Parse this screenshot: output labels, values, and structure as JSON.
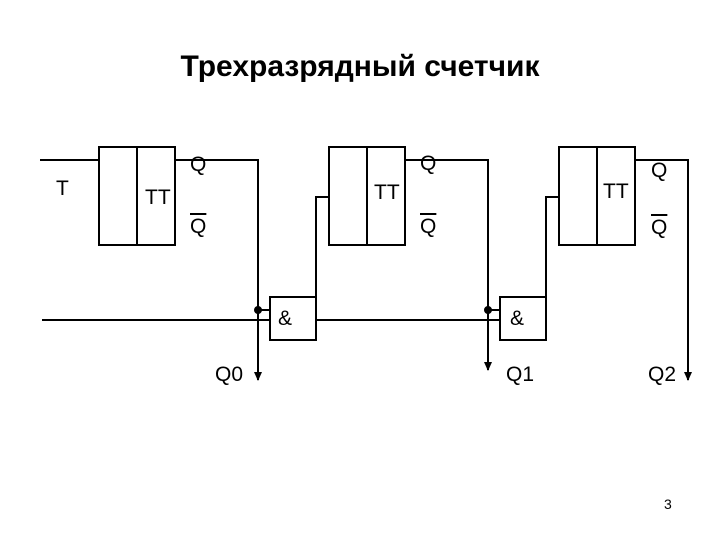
{
  "title": "Трехразрядный счетчик",
  "input_label": "T",
  "triggers": [
    {
      "type_label": "TT",
      "q_label": "Q",
      "qbar_label": "Q"
    },
    {
      "type_label": "TT",
      "q_label": "Q",
      "qbar_label": "Q"
    },
    {
      "type_label": "TT",
      "q_label": "Q",
      "qbar_label": "Q"
    }
  ],
  "and_gates": [
    {
      "label": "&"
    },
    {
      "label": "&"
    }
  ],
  "outputs": [
    "Q0",
    "Q1",
    "Q2"
  ],
  "page_number": "3"
}
